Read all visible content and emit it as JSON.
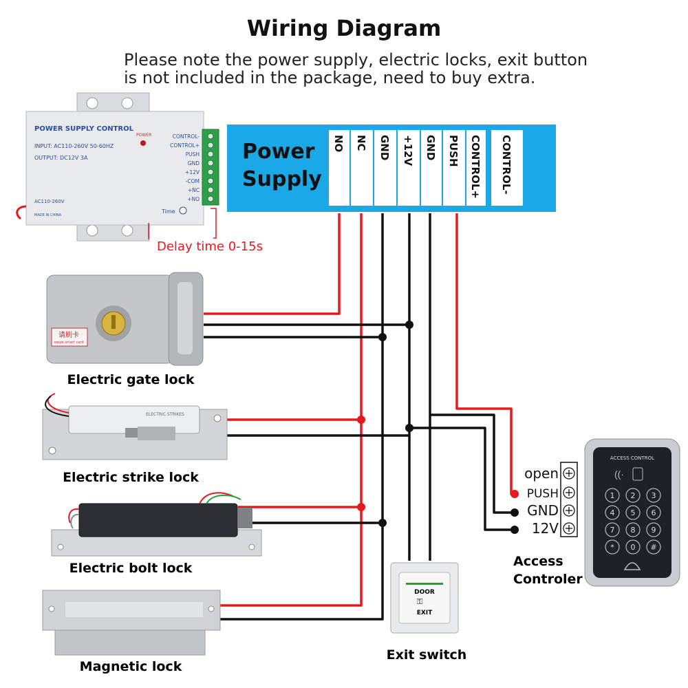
{
  "title": "Wiring Diagram",
  "note_line1": "Please note the power supply, electric locks, exit button",
  "note_line2": "is not included in the package, need to buy extra.",
  "psu_device": {
    "header": "POWER SUPPLY CONTROL",
    "input": "INPUT: AC110-260V 50-60HZ",
    "output": "OUTPUT: DC12V  3A",
    "power_label": "POWER",
    "ac_label": "AC110-260V",
    "made_in": "MADE IN CHINA",
    "time_label": "Time",
    "terminals": [
      "CONTROL-",
      "CONTROL+",
      "PUSH",
      "GND",
      "+12V",
      "-COM",
      "+NC",
      "+NO"
    ]
  },
  "delay_note": "Delay time 0-15s",
  "power_supply_block": {
    "title_line1": "Power",
    "title_line2": "Supply",
    "terminals": [
      "NO",
      "NC",
      "GND",
      "+12V",
      "GND",
      "PUSH",
      "CONTROL+",
      "CONTROL-"
    ]
  },
  "devices": {
    "gate_lock": "Electric gate lock",
    "strike_lock": "Electric strike lock",
    "bolt_lock": "Electric bolt lock",
    "magnetic_lock": "Magnetic lock",
    "exit_switch": "Exit switch",
    "access_controller_line1": "Access",
    "access_controller_line2": "Controler"
  },
  "exit_button": {
    "line1": "DOOR",
    "line2": "EXIT"
  },
  "keypad_header": "ACCESS CONTROL",
  "keypad_keys": [
    "1",
    "2",
    "3",
    "4",
    "5",
    "6",
    "7",
    "8",
    "9",
    "*",
    "0",
    "#"
  ],
  "controller_terminals": [
    "open",
    "PUSH",
    "GND",
    "12V"
  ],
  "gate_lock_sticker": "请刷卡",
  "gate_lock_sticker_sub": "swipe smart card",
  "colors": {
    "blue": "#1ba8e6",
    "red": "#e5191e",
    "black": "#111111"
  }
}
